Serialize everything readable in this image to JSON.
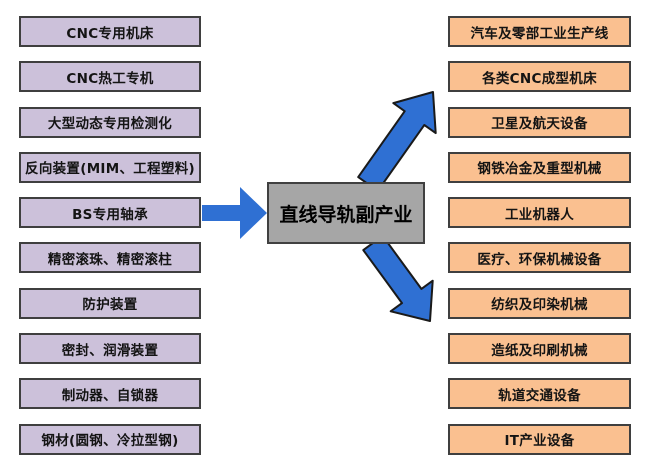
{
  "diagram": {
    "center": {
      "title": "直线导轨副产业"
    },
    "left_column": {
      "items": [
        "CNC专用机床",
        "CNC热工专机",
        "大型动态专用检测化",
        "反向装置(MIM、工程塑料)",
        "BS专用轴承",
        "精密滚珠、精密滚柱",
        "防护装置",
        "密封、润滑装置",
        "制动器、自锁器",
        "钢材(圆钢、冷拉型钢)"
      ]
    },
    "right_column": {
      "items": [
        "汽车及零部工业生产线",
        "各类CNC成型机床",
        "卫星及航天设备",
        "钢铁冶金及重型机械",
        "工业机器人",
        "医疗、环保机械设备",
        "纺织及印染机械",
        "造纸及印刷机械",
        "轨道交通设备",
        "IT产业设备"
      ]
    }
  },
  "colors": {
    "left_box_fill": "#ccc1da",
    "right_box_fill": "#fac090",
    "center_box_fill": "#a6a6a6",
    "box_border": "#3f3f3f",
    "arrow_blue": "#2f70d3",
    "arrow_outline": "#1a1a1a"
  }
}
